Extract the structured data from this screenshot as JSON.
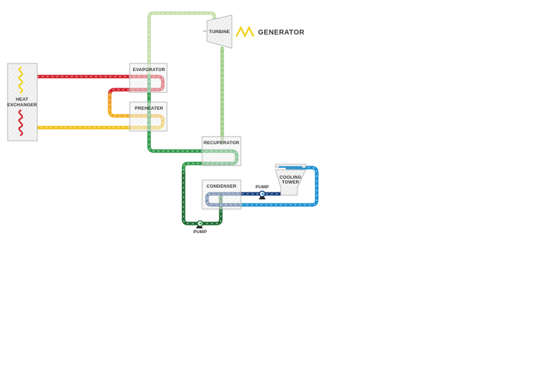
{
  "labels": {
    "heat_exchanger_1": "HEAT",
    "heat_exchanger_2": "EXCHANGER",
    "evaporator": "EVAPORATOR",
    "preheater": "PREHEATER",
    "turbine": "TURBINE",
    "generator": "GENERATOR",
    "recuperator": "RECUPERATOR",
    "condenser": "CONDENSER",
    "cooling_tower_1": "COOLING",
    "cooling_tower_2": "TOWER",
    "pump_main": "PUMP",
    "pump_cooling": "PUMP"
  },
  "colors": {
    "hot_red": "#d11f2a",
    "orange": "#f08c1e",
    "yellow": "#f2c21b",
    "light_green": "#c5dea9",
    "green": "#2f9a4a",
    "dark_green": "#1d6b31",
    "navy": "#163e7c",
    "blue": "#1a8fd0",
    "generator_zigzag": "#f2d21b"
  },
  "icons": {
    "heat_in": "wavy-heat-icon",
    "heat_out": "wavy-heat-icon",
    "generator": "zigzag-generator-icon",
    "pump": "pump-icon"
  }
}
